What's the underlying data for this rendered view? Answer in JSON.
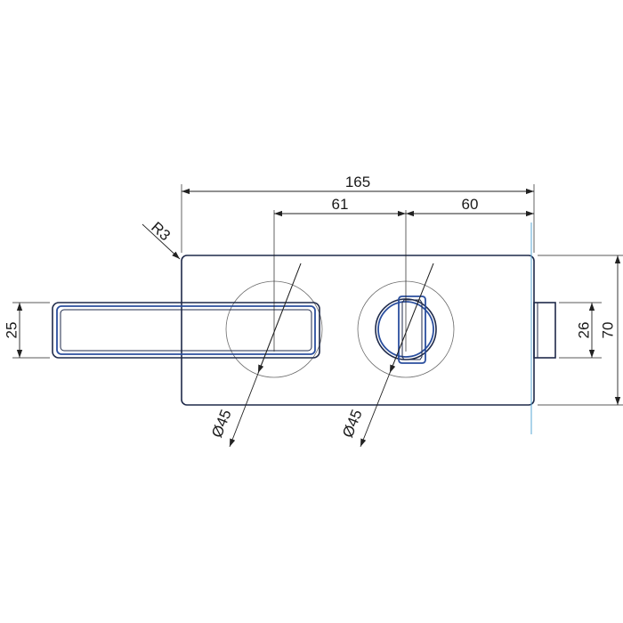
{
  "dimensions": {
    "overall_width": "165",
    "left_offset": "61",
    "right_offset": "60",
    "corner_radius": "R3",
    "handle_height": "25",
    "latch_height": "26",
    "plate_height": "70",
    "rose_left_diameter": "Ø45",
    "rose_right_diameter": "Ø45"
  },
  "colors": {
    "outline": "#1f2a4a",
    "accent": "#2b4f9e",
    "edge_line": "#5aa8d6"
  }
}
